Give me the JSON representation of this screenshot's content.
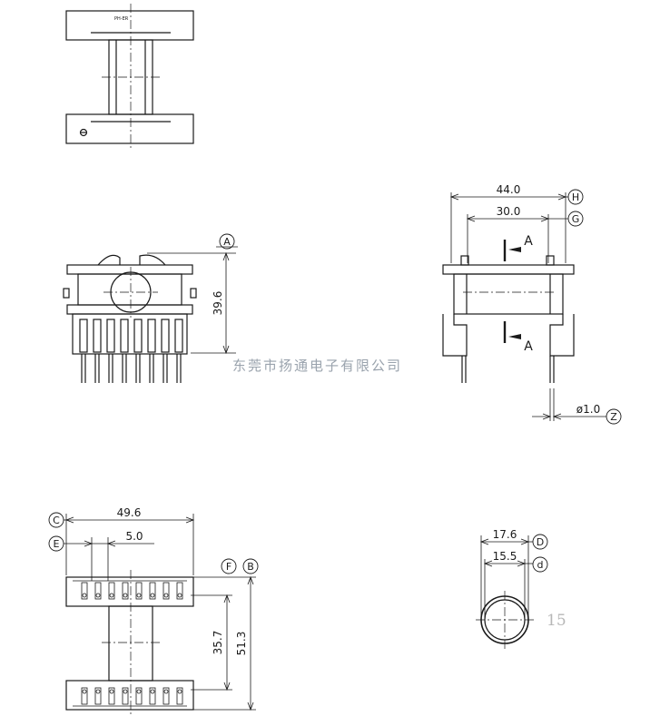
{
  "watermark": "东莞市扬通电子有限公司",
  "page_number": "15",
  "top_view_mark": "PH-ER",
  "callouts": {
    "A": "A",
    "B": "B",
    "C": "C",
    "D": "D",
    "d": "d",
    "E": "E",
    "F": "F",
    "G": "G",
    "H": "H",
    "Z": "Z"
  },
  "dimensions": {
    "height_A": "39.6",
    "width_H": "44.0",
    "width_G": "30.0",
    "pin_dia": "ø1.0",
    "width_C": "49.6",
    "pitch_E": "5.0",
    "inner_F": "35.7",
    "outer_B": "51.3",
    "dia_D": "17.6",
    "dia_d": "15.5"
  },
  "section_label": "A",
  "colors": {
    "line": "#1a1a1a",
    "watermark": "#9aa3ad",
    "page_number": "#b7b7b7"
  }
}
